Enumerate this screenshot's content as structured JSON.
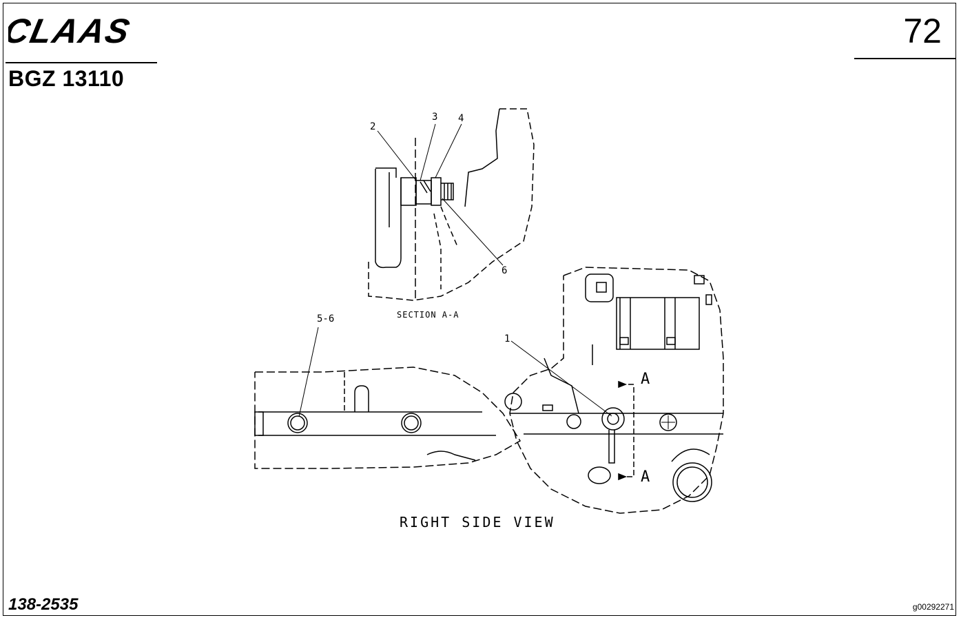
{
  "header": {
    "brand": "CLAAS",
    "doc_id": "BGZ 13110",
    "page_number": "72"
  },
  "footer": {
    "part_number": "138-2535",
    "image_code": "g00292271"
  },
  "diagram": {
    "section_title": "SECTION A-A",
    "view_title": "RIGHT SIDE VIEW",
    "callouts": [
      "2",
      "3",
      "4",
      "6",
      "5-6",
      "1"
    ],
    "section_markers": [
      "A",
      "A"
    ]
  }
}
